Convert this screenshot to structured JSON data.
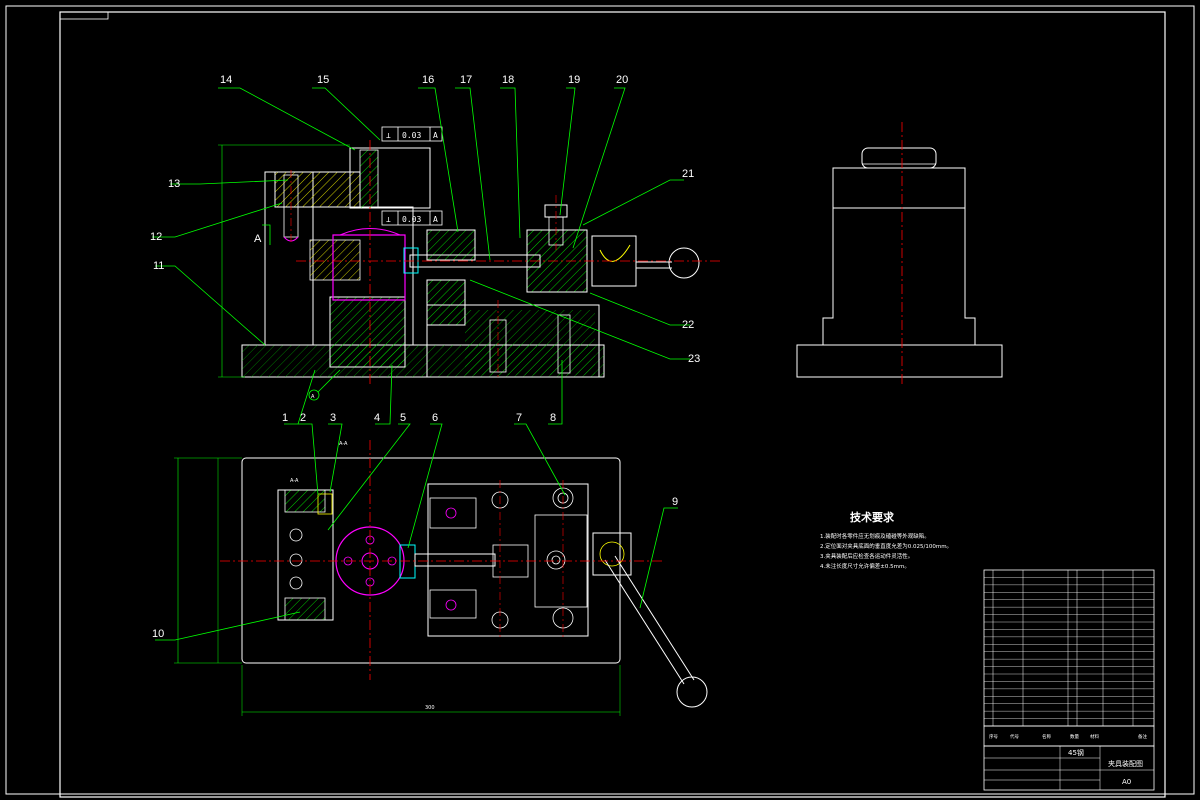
{
  "drawing": {
    "section_label": "A-A",
    "section_label_2": "A-A",
    "view_marker": "A",
    "balloons_top": [
      "14",
      "15",
      "16",
      "17",
      "18",
      "19",
      "20",
      "21",
      "13",
      "12",
      "11",
      "22",
      "23"
    ],
    "balloons_bottom": [
      "1",
      "2",
      "3",
      "4",
      "5",
      "6",
      "7",
      "8",
      "9",
      "10"
    ],
    "tolerance_1": {
      "symbol": "⊥",
      "value": "0.03",
      "datum": "A"
    },
    "tolerance_2": {
      "symbol": "⊥",
      "value": "0.03",
      "datum": "A"
    },
    "datum_circle": "A",
    "dim_width": "300"
  },
  "tech_requirements": {
    "title": "技术要求",
    "lines": [
      "1.装配时各零件应无划痕及磕碰等外观缺陷。",
      "2.定位面对夹具底面的垂直度允差为0.025/100mm。",
      "3.夹具装配后应检查各运动件灵活性。",
      "4.未注长度尺寸允许偏差±0.5mm。"
    ]
  },
  "title_block": {
    "drawing_name": "夹具装配图",
    "material_cell": "45钢",
    "sheet_size": "A0",
    "labels": [
      "序号",
      "代号",
      "名称",
      "数量",
      "材料",
      "备注"
    ]
  },
  "colors": {
    "background": "#000000",
    "outline": "#ffffff",
    "centerline": "#ff0000",
    "hatch": "#00ff00",
    "leader": "#00ff00",
    "dimension": "#00ff00",
    "part_yellow": "#ffff00",
    "part_magenta": "#ff00ff",
    "part_cyan": "#00ffff"
  }
}
